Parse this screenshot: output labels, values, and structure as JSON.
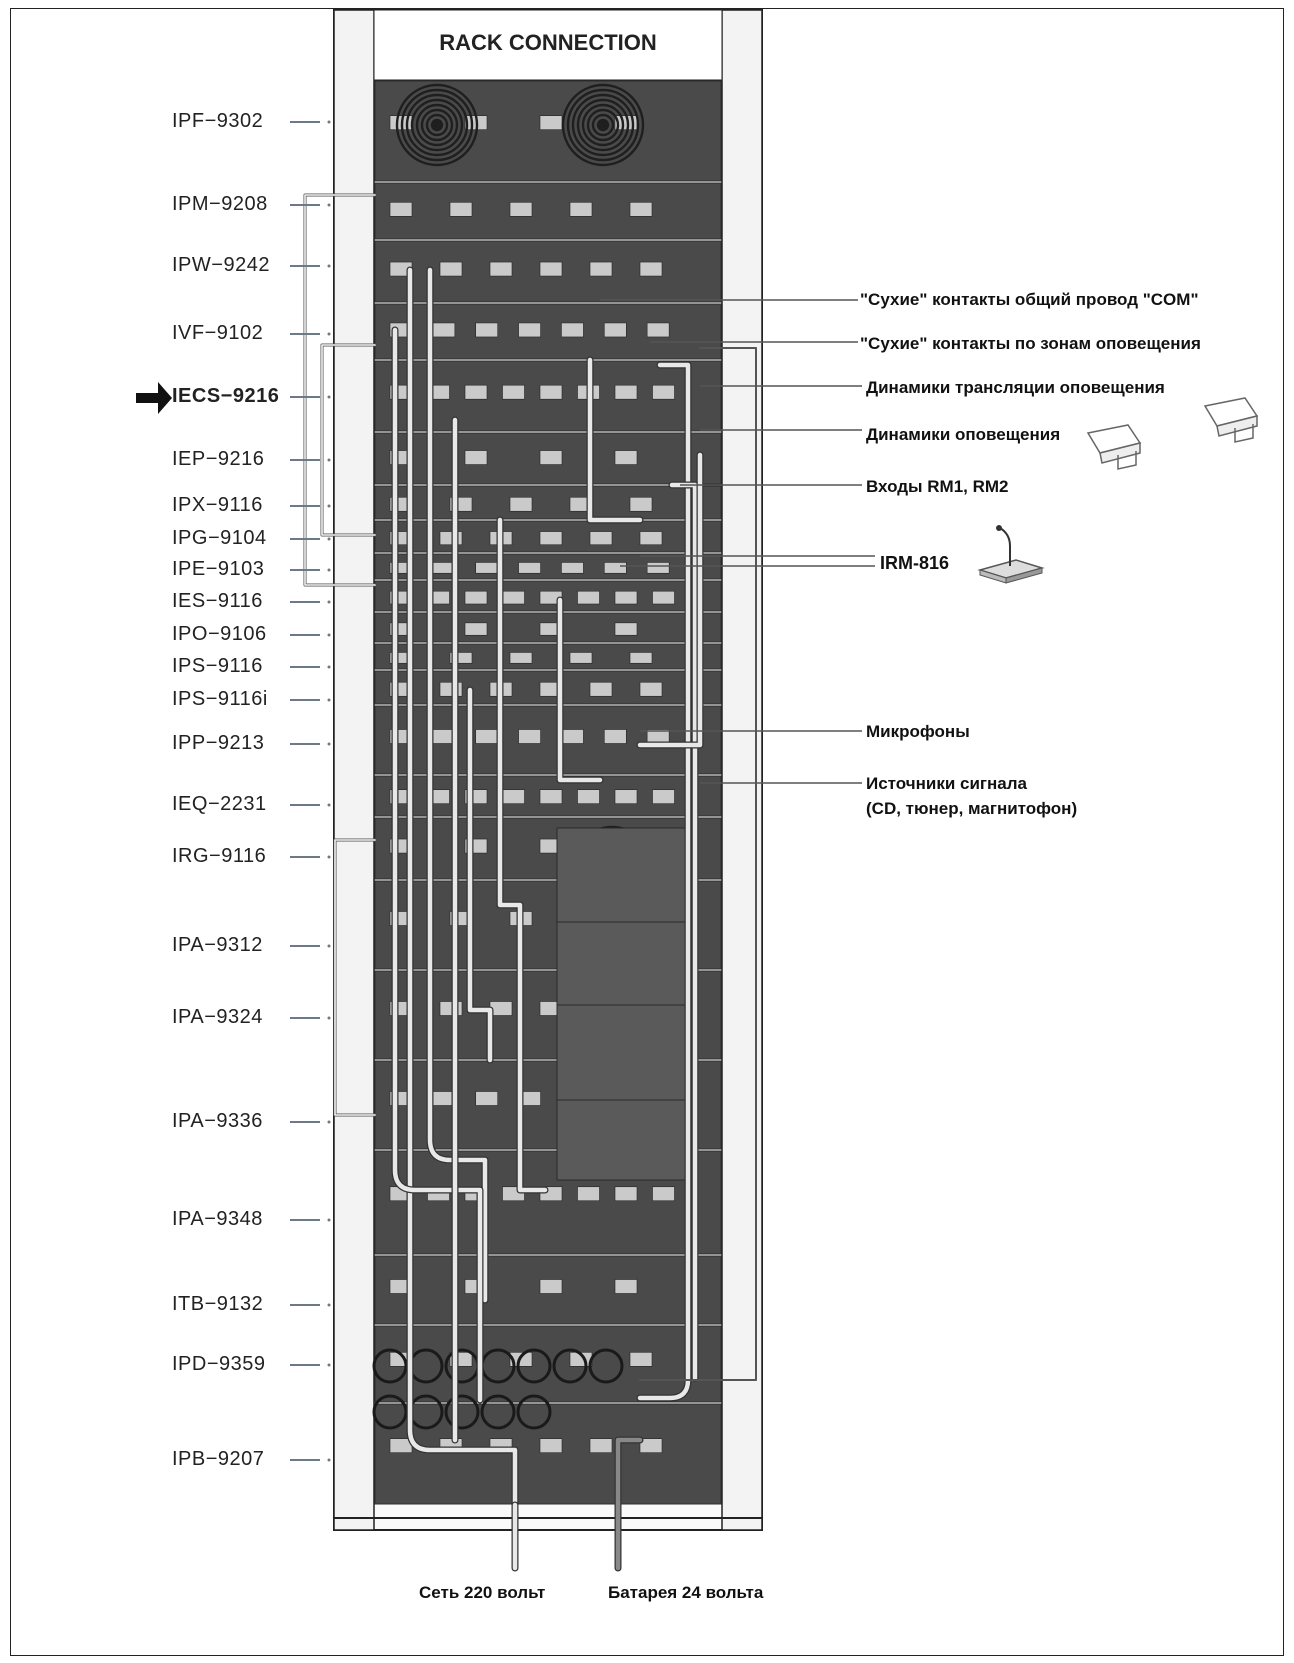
{
  "title": "RACK CONNECTION",
  "devices": [
    {
      "label": "IPF−9302",
      "row": 0
    },
    {
      "label": "IPM−9208",
      "row": 1
    },
    {
      "label": "IPW−9242",
      "row": 2
    },
    {
      "label": "IVF−9102",
      "row": 3
    },
    {
      "label": "IECS−9216",
      "row": 4
    },
    {
      "label": "IEP−9216",
      "row": 5
    },
    {
      "label": "IPX−9116",
      "row": 6
    },
    {
      "label": "IPG−9104",
      "row": 7
    },
    {
      "label": "IPE−9103",
      "row": 8
    },
    {
      "label": "IES−9116",
      "row": 9
    },
    {
      "label": "IPO−9106",
      "row": 10
    },
    {
      "label": "IPS−9116",
      "row": 11
    },
    {
      "label": "IPS−9116i",
      "row": 12
    },
    {
      "label": "IPP−9213",
      "row": 13
    },
    {
      "label": "IEQ−2231",
      "row": 14
    },
    {
      "label": "IRG−9116",
      "row": 15
    },
    {
      "label": "IPA−9312",
      "row": 16
    },
    {
      "label": "IPA−9324",
      "row": 17
    },
    {
      "label": "IPA−9336",
      "row": 18
    },
    {
      "label": "IPA−9348",
      "row": 19
    },
    {
      "label": "ITB−9132",
      "row": 20
    },
    {
      "label": "IPD−9359",
      "row": 21
    },
    {
      "label": "IPB−9207",
      "row": 22
    }
  ],
  "highlighted_device": "IECS−9216",
  "callouts": {
    "dry_com": "\"Сухие\" контакты общий провод \"COM\"",
    "dry_zones": "\"Сухие\" контакты по зонам оповещения",
    "speakers_broadcast": "Динамики трансляции оповещения",
    "speakers_alert": "Динамики оповещения",
    "inputs_rm": "Входы RM1, RM2",
    "irm": "IRM-816",
    "microphones": "Микрофоны",
    "sources_1": "Источники сигнала",
    "sources_2": "(CD, тюнер, магнитофон)",
    "mains": "Сеть 220 вольт",
    "battery": "Батарея 24 вольта"
  },
  "colors": {
    "rack_panel": "#4a4a4a",
    "rack_frame": "#f5f5f5",
    "cable": "#e8e8e8",
    "leader": "#6b7a86",
    "battery_cable": "#888888"
  }
}
